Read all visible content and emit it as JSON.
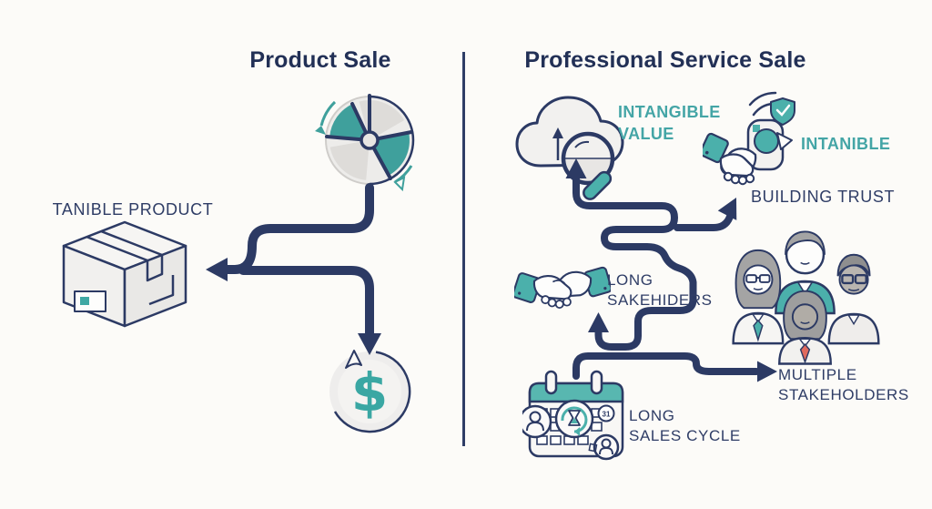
{
  "left": {
    "title": "Product Sale",
    "product_label": "TANIBLE PRODUCT"
  },
  "right": {
    "title": "Professional Service Sale",
    "labels": {
      "intangible_value": "INTANGIBLE\nVALUE",
      "intanible": "INTANIBLE",
      "building_trust": "BUILDING TRUST",
      "long_sakehiders": "LONG\nSAKEHIDERS",
      "multiple_stakeholders": "MULTIPLE\nSTAKEHOLDERS",
      "long_sales_cycle": "LONG\nSALES CYCLE"
    }
  },
  "calendar": {
    "day_badge": "31"
  },
  "icons": [
    "pie-wheel-icon",
    "package-box-icon",
    "dollar-coin-icon",
    "cloud-search-icon",
    "trust-badge-handshake-icon",
    "handshake-icon",
    "people-group-icon",
    "calendar-icon"
  ],
  "colors": {
    "background": "#fcfbf8",
    "navy": "#2c3a64",
    "title_navy": "#223056",
    "teal": "#44a5a6",
    "teal_fill": "#4bb0ab",
    "light_gray": "#efeeec",
    "coral": "#e06a5e"
  }
}
